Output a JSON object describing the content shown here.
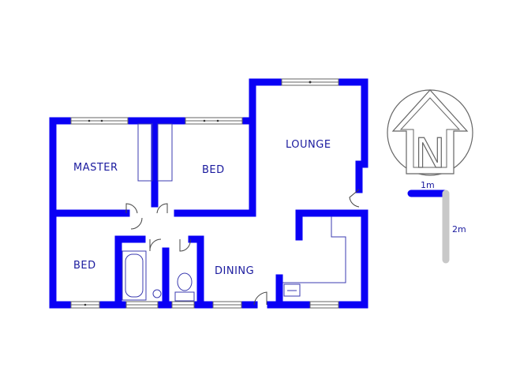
{
  "rooms": {
    "master": "MASTER",
    "bed1": "BED",
    "lounge": "LOUNGE",
    "bed2": "BED",
    "dining": "DINING"
  },
  "scale": {
    "horizontal_label": "1m",
    "vertical_label": "2m"
  },
  "compass": {
    "letter": "N",
    "icon": "north-arrow-icon"
  },
  "colors": {
    "walls": "#0a00f5",
    "labels": "#1a1a9e",
    "scale_bar": "#c8c8c8"
  }
}
